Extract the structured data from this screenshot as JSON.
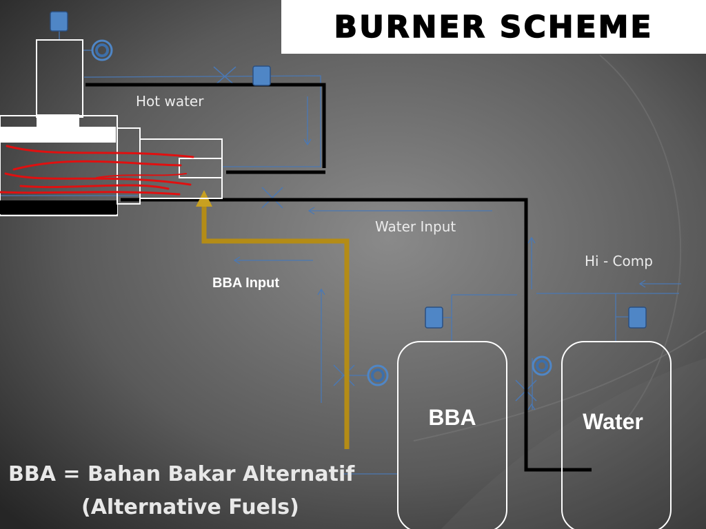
{
  "title": "BURNER  SCHEME",
  "labels": {
    "hot_water": "Hot water",
    "water_input": "Water Input",
    "hi_comp": "Hi - Comp",
    "bba_input": "BBA Input"
  },
  "tanks": {
    "bba": "BBA",
    "water": "Water"
  },
  "legend": {
    "line1": "BBA = Bahan Bakar Alternatif",
    "line2": "(Alternative Fuels)"
  },
  "colors": {
    "pipe_main": "#000000",
    "fuel_line": "#b48c16",
    "flow_line": "#4a78b4",
    "valve_fill": "#4f86c6",
    "flame": "#e01010"
  }
}
